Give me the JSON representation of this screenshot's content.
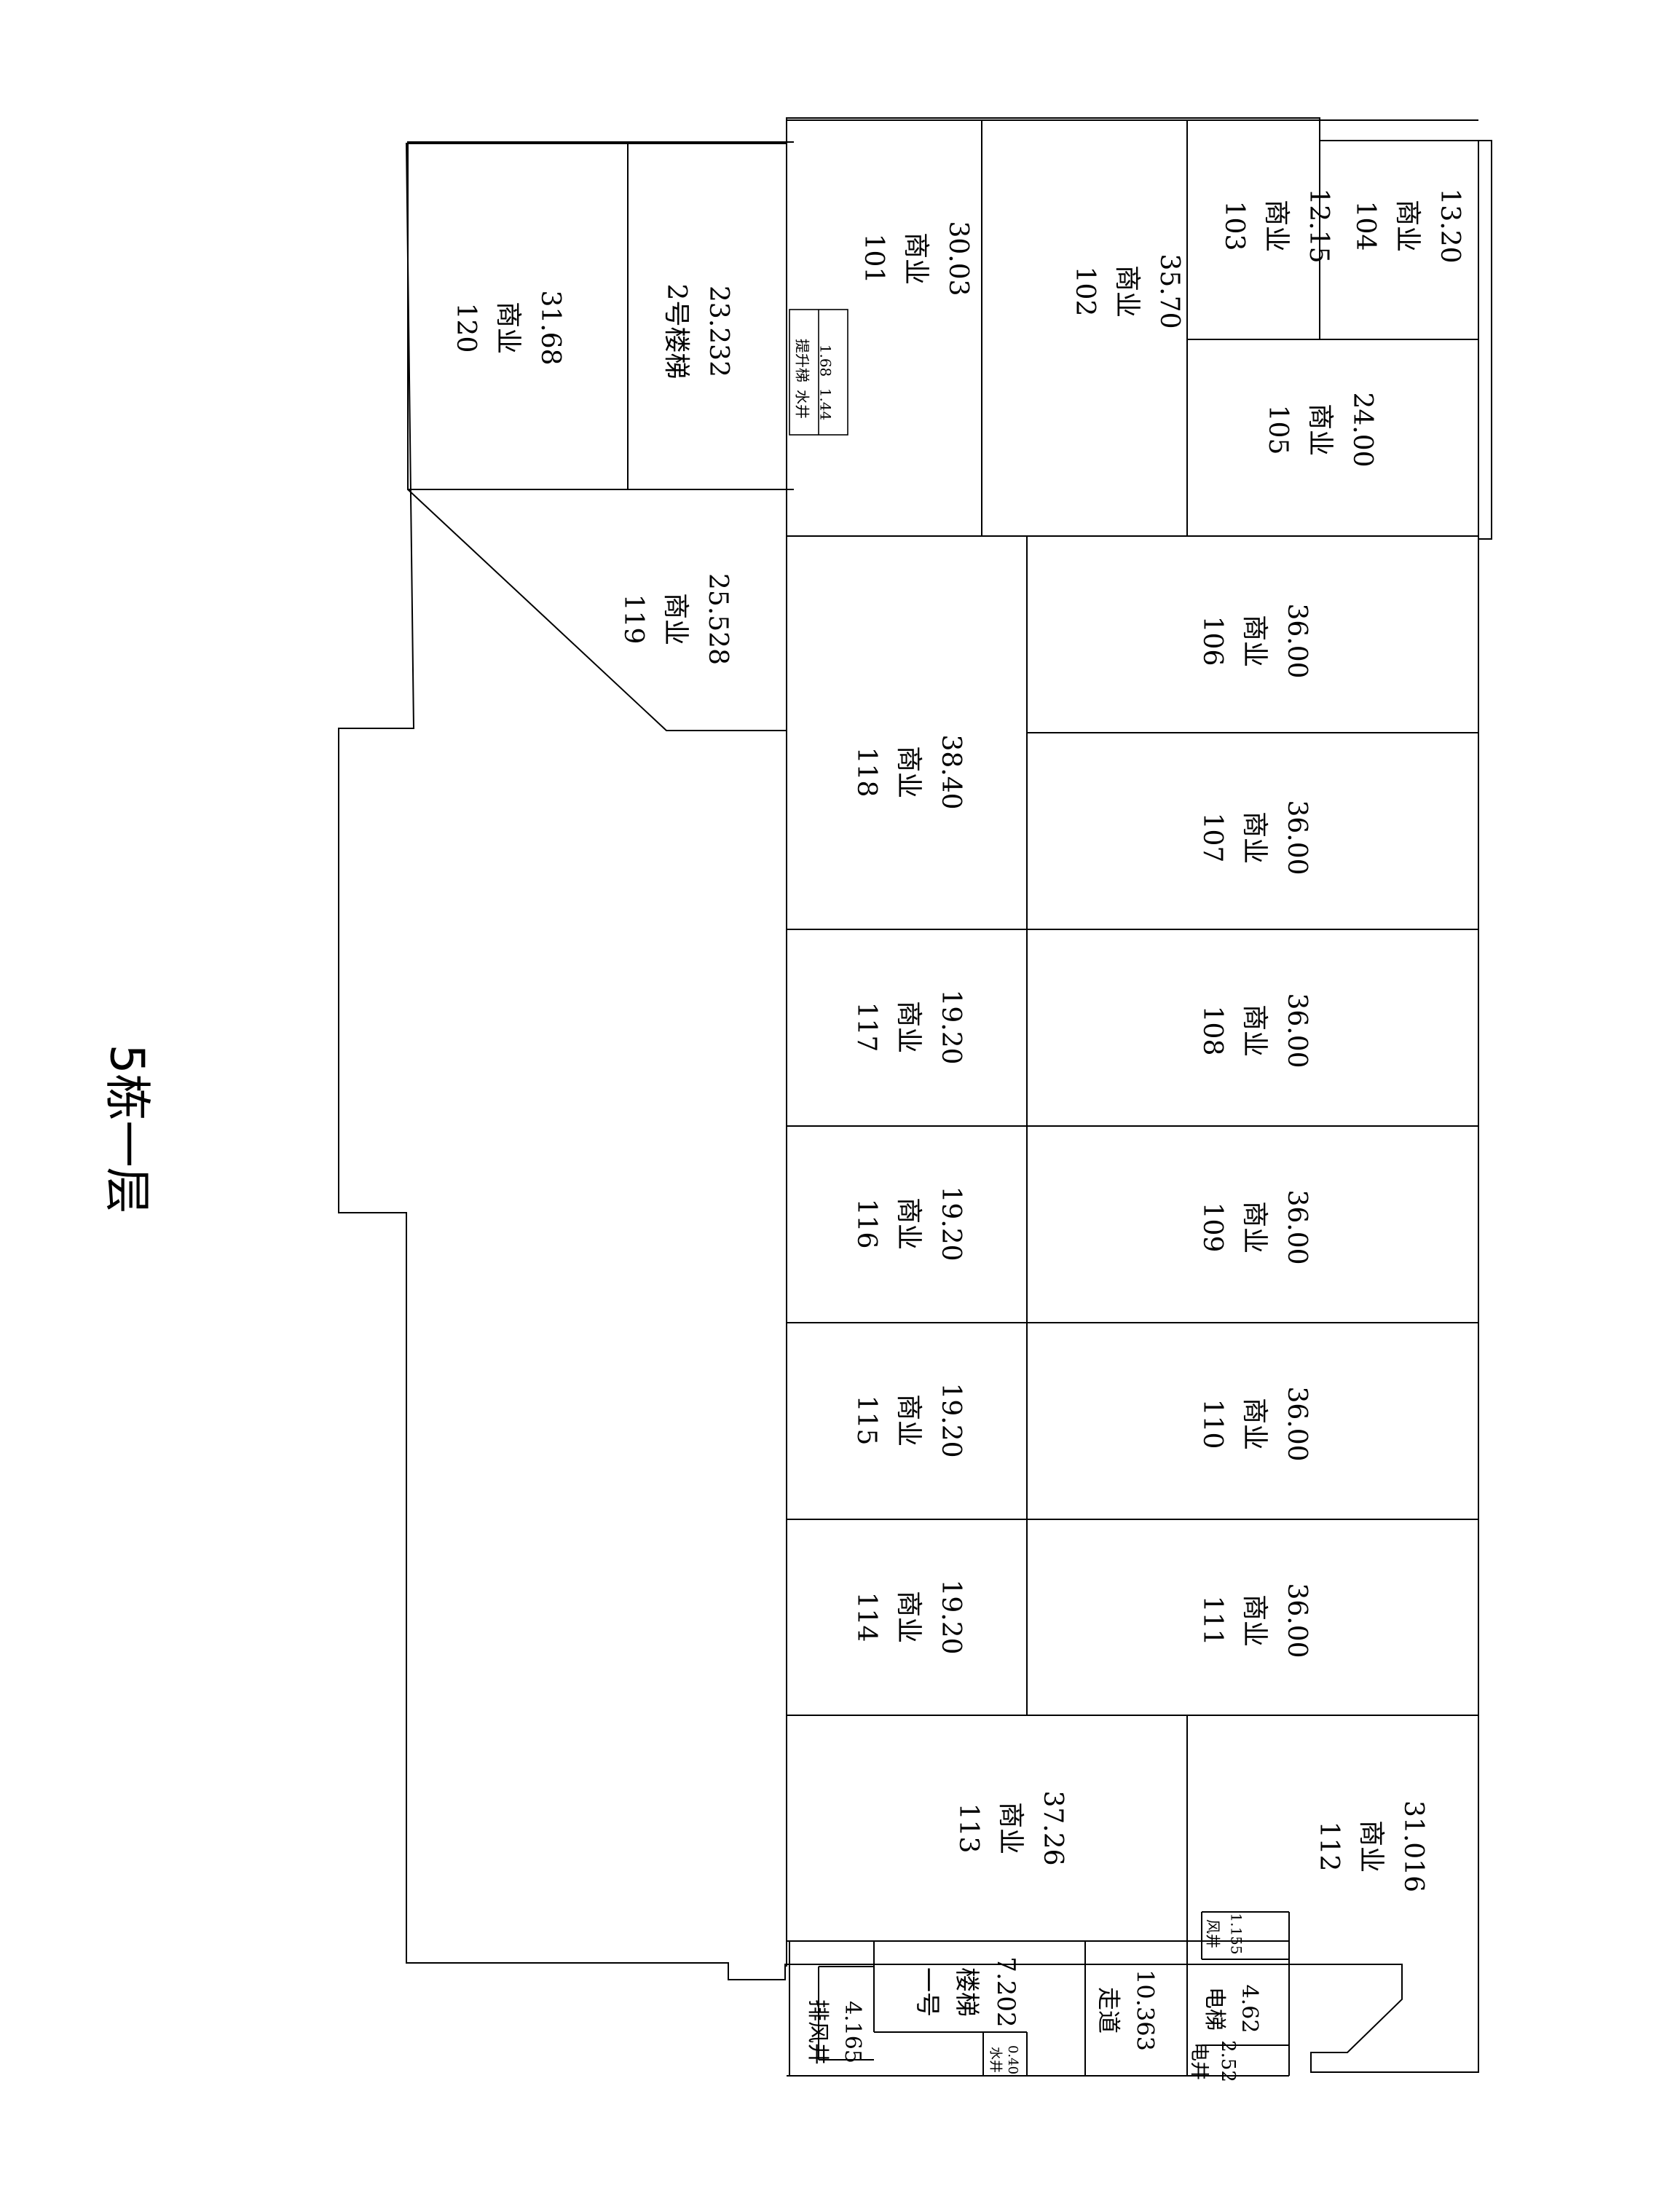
{
  "title": "5栋一层",
  "rooms": [
    {
      "id": "r101",
      "lines": [
        "101",
        "商业",
        "30.03"
      ]
    },
    {
      "id": "r102",
      "lines": [
        "102",
        "商业",
        "35.70"
      ]
    },
    {
      "id": "r103",
      "lines": [
        "103",
        "商业",
        "12.15"
      ]
    },
    {
      "id": "r104",
      "lines": [
        "104",
        "商业",
        "13.20"
      ]
    },
    {
      "id": "r105",
      "lines": [
        "105",
        "商业",
        "24.00"
      ]
    },
    {
      "id": "r106",
      "lines": [
        "106",
        "商业",
        "36.00"
      ]
    },
    {
      "id": "r107",
      "lines": [
        "107",
        "商业",
        "36.00"
      ]
    },
    {
      "id": "r108",
      "lines": [
        "108",
        "商业",
        "36.00"
      ]
    },
    {
      "id": "r109",
      "lines": [
        "109",
        "商业",
        "36.00"
      ]
    },
    {
      "id": "r110",
      "lines": [
        "110",
        "商业",
        "36.00"
      ]
    },
    {
      "id": "r111",
      "lines": [
        "111",
        "商业",
        "36.00"
      ]
    },
    {
      "id": "r112",
      "lines": [
        "112",
        "商业",
        "31.016"
      ]
    },
    {
      "id": "r113",
      "lines": [
        "113",
        "商业",
        "37.26"
      ]
    },
    {
      "id": "r114",
      "lines": [
        "114",
        "商业",
        "19.20"
      ]
    },
    {
      "id": "r115",
      "lines": [
        "115",
        "商业",
        "19.20"
      ]
    },
    {
      "id": "r116",
      "lines": [
        "116",
        "商业",
        "19.20"
      ]
    },
    {
      "id": "r117",
      "lines": [
        "117",
        "商业",
        "19.20"
      ]
    },
    {
      "id": "r118",
      "lines": [
        "118",
        "商业",
        "38.40"
      ]
    },
    {
      "id": "r119",
      "lines": [
        "119",
        "商业",
        "25.528"
      ]
    },
    {
      "id": "r120",
      "lines": [
        "120",
        "商业",
        "31.68"
      ]
    },
    {
      "id": "stair2",
      "lines": [
        "2号楼梯",
        "23.232"
      ]
    },
    {
      "id": "lift",
      "lines": [
        "提升梯",
        "1.68"
      ]
    },
    {
      "id": "wellA",
      "lines": [
        "水井",
        "1.44"
      ]
    },
    {
      "id": "stair1",
      "lines": [
        "一号",
        "楼梯",
        "7.202"
      ]
    },
    {
      "id": "wellB",
      "lines": [
        "水井",
        "0.40"
      ]
    },
    {
      "id": "corridor",
      "lines": [
        "走道",
        "10.363"
      ]
    },
    {
      "id": "exhaust",
      "lines": [
        "排风井",
        "4.165"
      ]
    },
    {
      "id": "airshaft",
      "lines": [
        "风井",
        "1.155"
      ]
    },
    {
      "id": "elevator",
      "lines": [
        "电梯",
        "4.62"
      ]
    },
    {
      "id": "elecwell",
      "lines": [
        "电井",
        "2.52"
      ]
    }
  ]
}
